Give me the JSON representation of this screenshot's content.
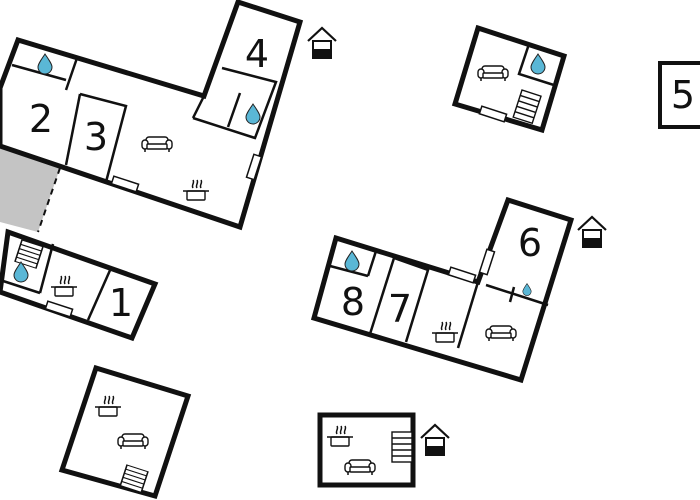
{
  "room_labels": {
    "r1": "1",
    "r2": "2",
    "r3": "3",
    "r4": "4",
    "r5": "5",
    "r6": "6",
    "r7": "7",
    "r8": "8"
  },
  "colors": {
    "wall": "#111111",
    "water": "#5ab7d6",
    "terrace": "#c4c4c4"
  },
  "icons": [
    "water-drop-icon",
    "sofa-icon",
    "stove-icon",
    "stairs-icon",
    "house-level-icon"
  ]
}
